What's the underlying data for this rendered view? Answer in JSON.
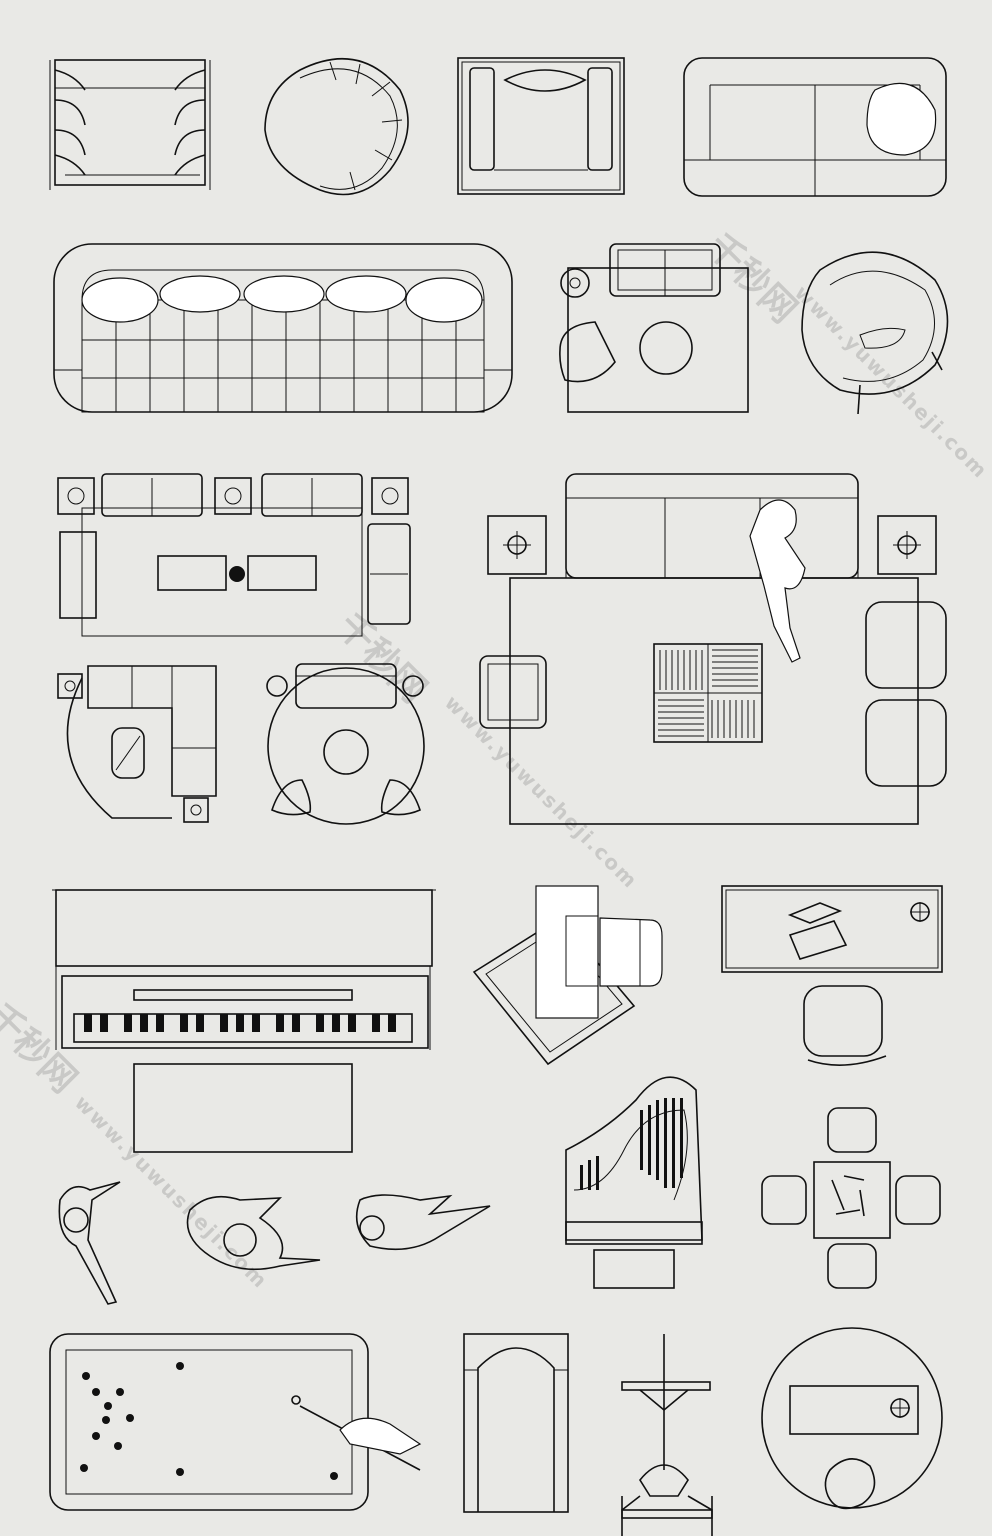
{
  "sheet": {
    "background": "#e9e9e6",
    "line_color": "#111111"
  },
  "watermarks": [
    {
      "id": "wm1",
      "text": "千秒网"
    },
    {
      "id": "wm2",
      "text": "www.yuwusheji.com"
    },
    {
      "id": "wm3",
      "text": "千秒网"
    },
    {
      "id": "wm4",
      "text": "www.yuwusheji.com"
    },
    {
      "id": "wm5",
      "text": "千秒网"
    },
    {
      "id": "wm6",
      "text": "www.yuwusheji.com"
    }
  ],
  "symbols": [
    "armchair-pair-icon",
    "round-lounge-chair-icon",
    "armchair-cushion-icon",
    "loveseat-with-chair-icon",
    "long-sofa-icon",
    "living-set-small-icon",
    "round-bucket-chair-icon",
    "living-room-layout-icon",
    "lounge-with-person-icon",
    "sectional-corner-sofa-icon",
    "round-sofa-set-icon",
    "upright-piano-icon",
    "desk-with-rug-icon",
    "office-desk-icon",
    "grand-piano-icon",
    "square-dining-set-icon",
    "walking-people-icons",
    "billiard-table-icon",
    "treadmill-icon",
    "exercise-bike-icon",
    "round-desk-icon"
  ]
}
